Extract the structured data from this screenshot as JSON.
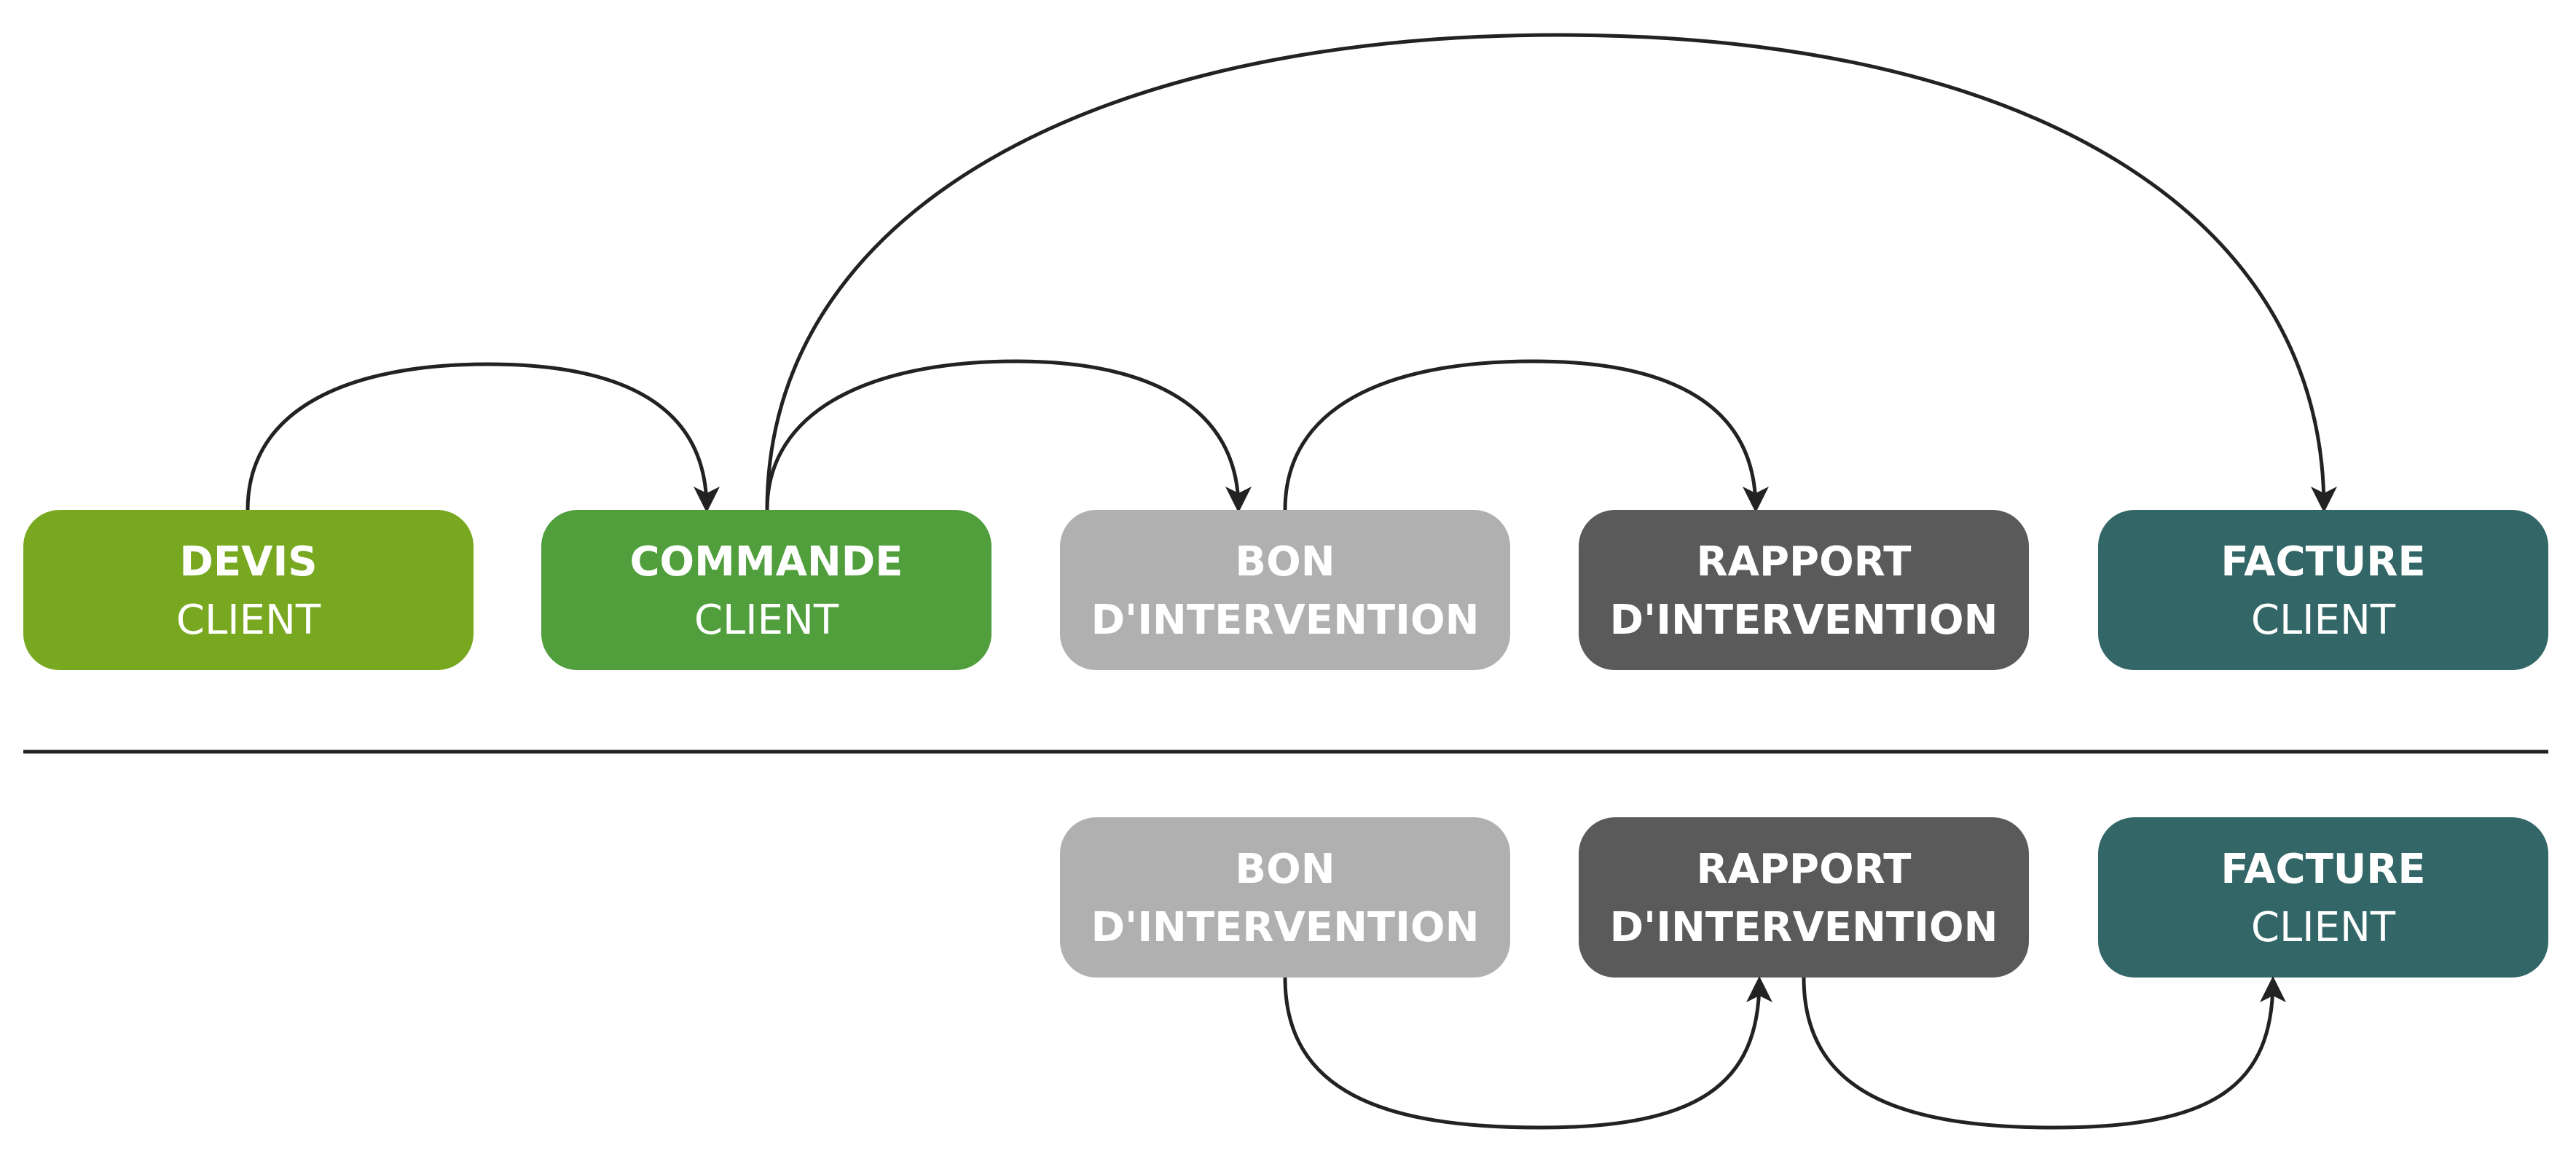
{
  "colors": {
    "devis": "#78a820",
    "commande": "#509e3c",
    "bon": "#b0b0b0",
    "rapport": "#5a5a5a",
    "facture": "#336666",
    "text": "#ffffff",
    "line": "#222222"
  },
  "top_row": {
    "devis": {
      "line1": "DEVIS",
      "line2": "CLIENT"
    },
    "commande": {
      "line1": "COMMANDE",
      "line2": "CLIENT"
    },
    "bon": {
      "line1": "BON",
      "line2": "D'INTERVENTION"
    },
    "rapport": {
      "line1": "RAPPORT",
      "line2": "D'INTERVENTION"
    },
    "facture": {
      "line1": "FACTURE",
      "line2": "CLIENT"
    }
  },
  "bottom_row": {
    "bon": {
      "line1": "BON",
      "line2": "D'INTERVENTION"
    },
    "rapport": {
      "line1": "RAPPORT",
      "line2": "D'INTERVENTION"
    },
    "facture": {
      "line1": "FACTURE",
      "line2": "CLIENT"
    }
  },
  "connectors": [
    {
      "from": "devis-client",
      "to": "commande-client",
      "row": "top"
    },
    {
      "from": "commande-client",
      "to": "bon-intervention",
      "row": "top"
    },
    {
      "from": "commande-client",
      "to": "facture-client",
      "row": "top"
    },
    {
      "from": "bon-intervention",
      "to": "rapport-intervention",
      "row": "top"
    },
    {
      "from": "bon-intervention",
      "to": "rapport-intervention",
      "row": "bottom"
    },
    {
      "from": "rapport-intervention",
      "to": "facture-client",
      "row": "bottom"
    }
  ]
}
